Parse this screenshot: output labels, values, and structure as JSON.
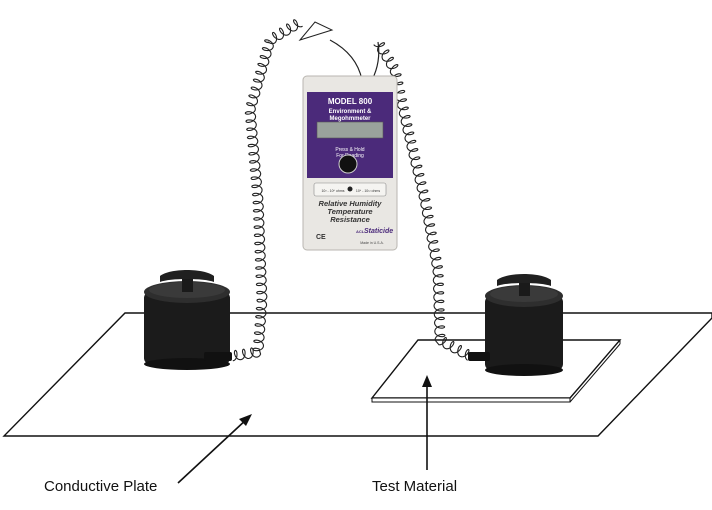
{
  "labels": {
    "conductive_plate": "Conductive Plate",
    "test_material": "Test Material"
  },
  "meter": {
    "model": "MODEL 800",
    "subtitle_line1": "Environment &",
    "subtitle_line2": "Megohmmeter",
    "button_text_line1": "Press & Hold",
    "button_text_line2": "For Reading",
    "range_low": "10³ - 10⁶ ohms",
    "range_high": "10⁶ - 10¹² ohms",
    "desc_line1": "Relative Humidity",
    "desc_line2": "Temperature",
    "desc_line3": "Resistance",
    "ce_mark": "CE",
    "brand": "Staticide",
    "brand_prefix": "ACL",
    "made_in": "Made in U.S.A."
  },
  "colors": {
    "meter_purple": "#4b2a7a",
    "meter_body": "#e9e7e3",
    "lcd": "#9aa29c",
    "electrode": "#1b1b1b",
    "line": "#111111"
  }
}
